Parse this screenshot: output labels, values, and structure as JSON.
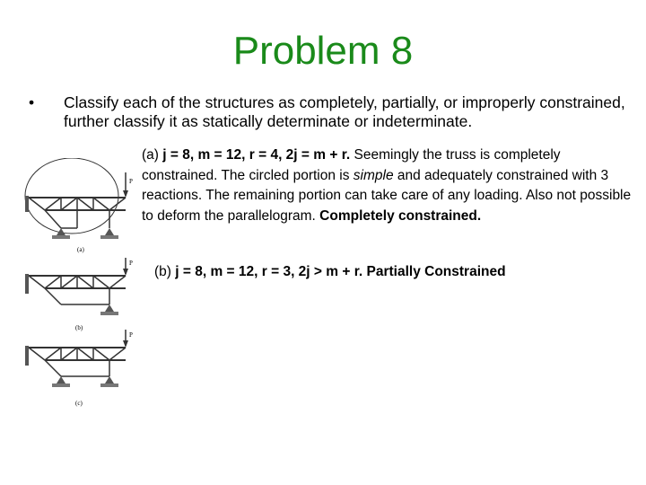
{
  "slide": {
    "title": "Problem 8",
    "title_color": "#1a8a1a",
    "bullet_marker": "•",
    "bullet_text": "Classify each of the structures as completely, partially, or improperly constrained, further classify it as statically determinate or indeterminate."
  },
  "note_a": {
    "prefix": "(a) ",
    "formula": "j = 8, m = 12, r = 4, 2j = m + r.",
    "text_1": " Seemingly the truss is completely constrained. The circled portion is ",
    "emph": "simple",
    "text_2": " and adequately constrained with 3 reactions. The remaining portion can take care of any loading. Also not possible to deform the parallelogram. ",
    "conclusion": "Completely constrained."
  },
  "note_b": {
    "prefix": "(b) ",
    "formula": "j = 8, m = 12, r = 3, 2j > m + r. Partially Constrained"
  },
  "figures": {
    "load_label": "P",
    "caption_a": "(a)",
    "caption_b": "(b)",
    "caption_c": "(c)"
  }
}
